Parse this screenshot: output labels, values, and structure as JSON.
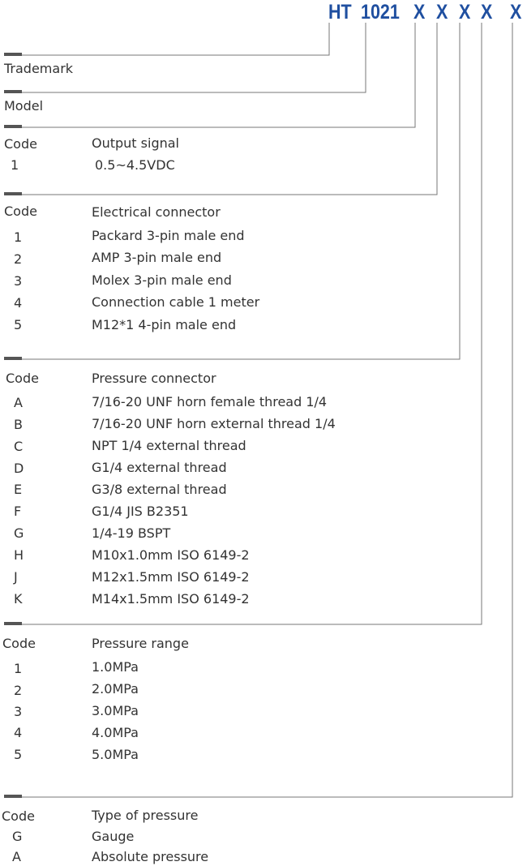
{
  "model_code": {
    "parts": [
      "HT",
      "1021",
      "X",
      "X",
      "X",
      "X",
      "X"
    ],
    "color": "#1f4fa0"
  },
  "line_color": "#555555",
  "text_color": "#333333",
  "trademark_label": "Trademark",
  "model_label": "Model",
  "sections": {
    "output": {
      "code_header": "Code",
      "title": "Output signal",
      "rows": [
        {
          "code": "1",
          "desc": "0.5~4.5VDC"
        }
      ]
    },
    "electrical": {
      "code_header": "Code",
      "title": "Electrical connector",
      "rows": [
        {
          "code": "1",
          "desc": "Packard 3-pin male end"
        },
        {
          "code": "2",
          "desc": "AMP 3-pin male end"
        },
        {
          "code": "3",
          "desc": "Molex 3-pin male end"
        },
        {
          "code": "4",
          "desc": "Connection cable 1 meter"
        },
        {
          "code": "5",
          "desc": "M12*1 4-pin male end"
        }
      ]
    },
    "pressure_connector": {
      "code_header": "Code",
      "title": "Pressure connector",
      "rows": [
        {
          "code": "A",
          "desc": "7/16-20 UNF horn female thread 1/4"
        },
        {
          "code": "B",
          "desc": "7/16-20 UNF horn external thread 1/4"
        },
        {
          "code": "C",
          "desc": "NPT 1/4 external thread"
        },
        {
          "code": "D",
          "desc": "G1/4 external thread"
        },
        {
          "code": "E",
          "desc": "G3/8 external thread"
        },
        {
          "code": "F",
          "desc": "G1/4 JIS B2351"
        },
        {
          "code": "G",
          "desc": "1/4-19 BSPT"
        },
        {
          "code": "H",
          "desc": "M10x1.0mm ISO 6149-2"
        },
        {
          "code": "J",
          "desc": "M12x1.5mm ISO 6149-2"
        },
        {
          "code": "K",
          "desc": "M14x1.5mm ISO 6149-2"
        }
      ]
    },
    "pressure_range": {
      "code_header": "Code",
      "title": "Pressure range",
      "rows": [
        {
          "code": "1",
          "desc": "1.0MPa"
        },
        {
          "code": "2",
          "desc": "2.0MPa"
        },
        {
          "code": "3",
          "desc": "3.0MPa"
        },
        {
          "code": "4",
          "desc": "4.0MPa"
        },
        {
          "code": "5",
          "desc": "5.0MPa"
        }
      ]
    },
    "pressure_type": {
      "code_header": "Code",
      "title": "Type of pressure",
      "rows": [
        {
          "code": "G",
          "desc": "Gauge"
        },
        {
          "code": "A",
          "desc": "Absolute pressure"
        }
      ]
    }
  }
}
